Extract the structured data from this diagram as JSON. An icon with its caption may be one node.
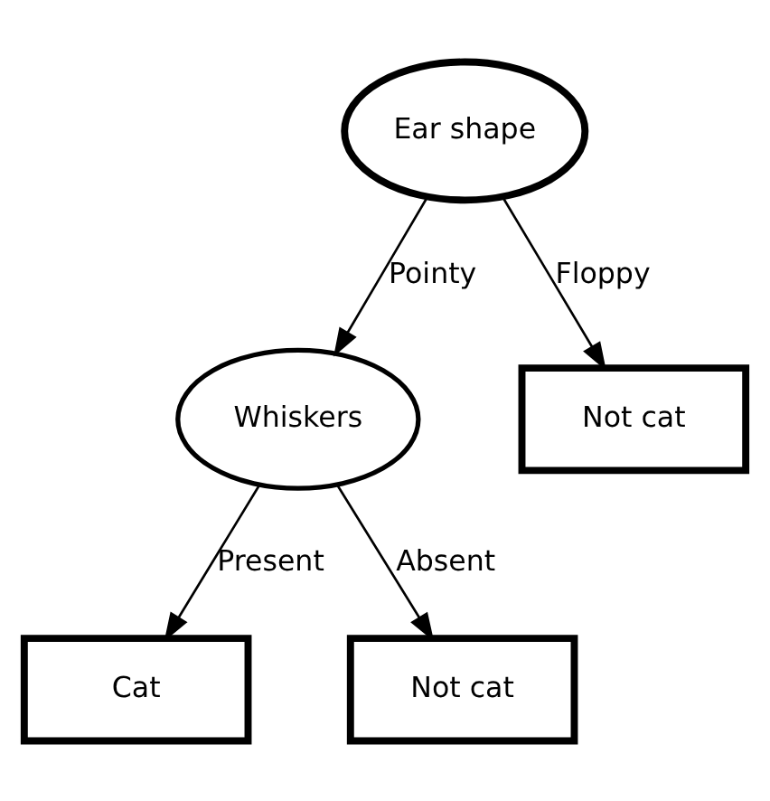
{
  "diagram": {
    "nodes": [
      {
        "text": [
          "Ear shape"
        ]
      },
      {
        "text": [
          "Whiskers"
        ]
      },
      {
        "text": [
          "Not cat"
        ]
      },
      {
        "text": [
          "Cat"
        ]
      },
      {
        "text": [
          "Not cat"
        ]
      }
    ],
    "edges": [
      {
        "from": 0,
        "to": 1,
        "arrow": "to",
        "label": "Pointy"
      },
      {
        "from": 0,
        "to": 2,
        "arrow": "to",
        "label": "Floppy"
      },
      {
        "from": 1,
        "to": 3,
        "arrow": "to",
        "label": "Present"
      },
      {
        "from": 1,
        "to": 4,
        "arrow": "to",
        "label": "Absent"
      }
    ]
  }
}
